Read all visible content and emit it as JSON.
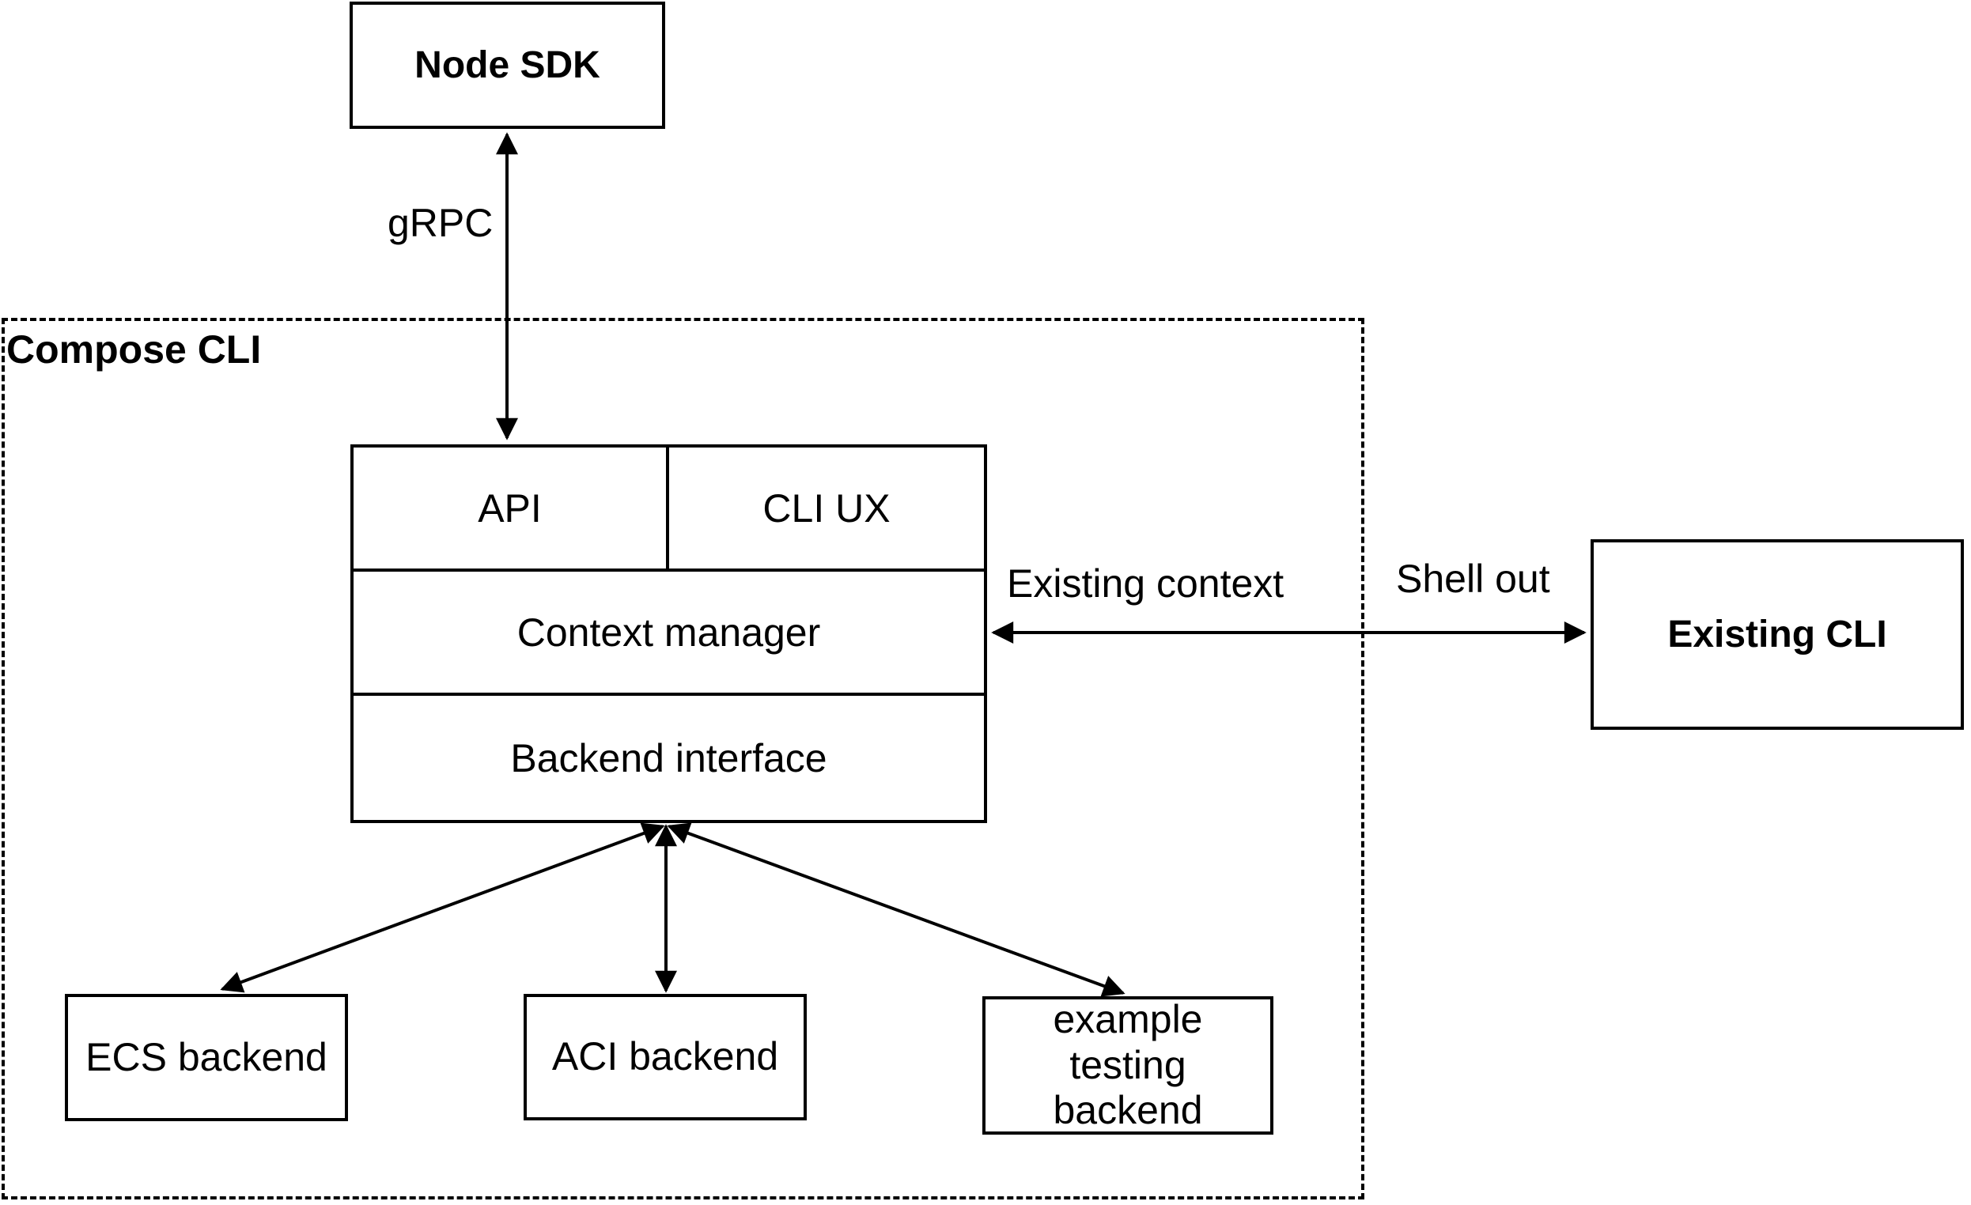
{
  "diagram": {
    "colors": {
      "stroke": "#000000",
      "background": "#ffffff"
    },
    "container": {
      "label": "Compose CLI"
    },
    "nodes": {
      "node_sdk": {
        "label": "Node SDK"
      },
      "api": {
        "label": "API"
      },
      "cli_ux": {
        "label": "CLI UX"
      },
      "context_manager": {
        "label": "Context manager"
      },
      "backend_interface": {
        "label": "Backend interface"
      },
      "existing_cli": {
        "label": "Existing CLI"
      },
      "ecs_backend": {
        "label": "ECS backend"
      },
      "aci_backend": {
        "label": "ACI backend"
      },
      "example_testing_backend": {
        "label": "example testing backend"
      }
    },
    "edges": {
      "grpc": {
        "label": "gRPC"
      },
      "existing_context": {
        "label": "Existing context"
      },
      "shell_out": {
        "label": "Shell out"
      }
    }
  }
}
